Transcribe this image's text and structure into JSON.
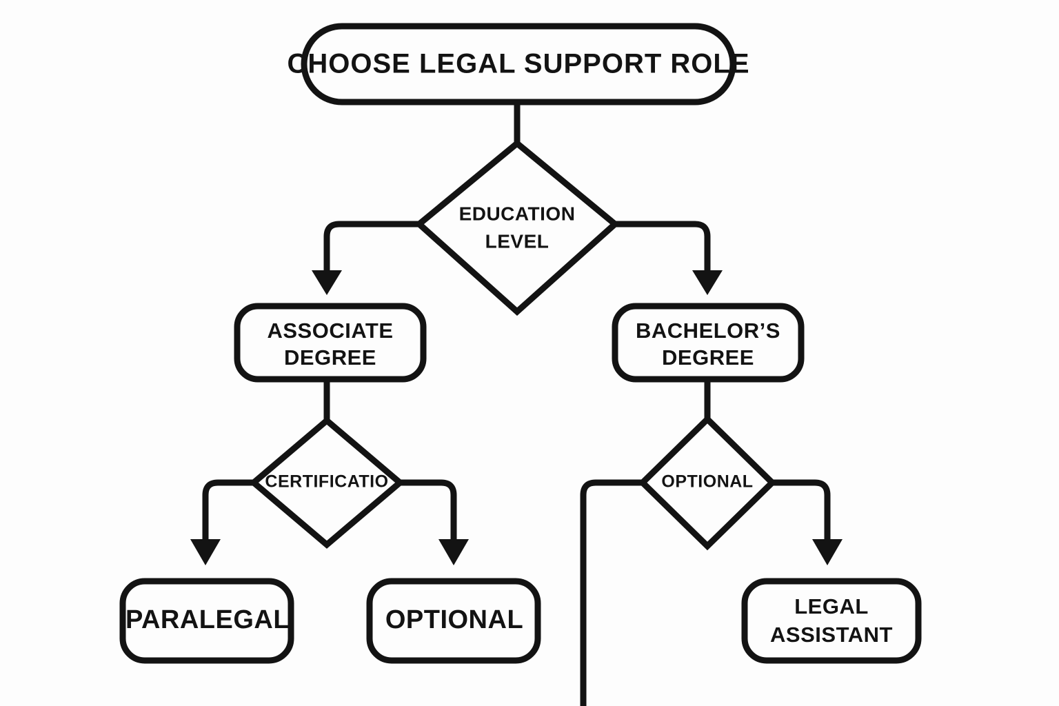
{
  "diagram": {
    "title": "Choose Legal Support Role Decision Flowchart",
    "background_color": "#fdfdfd",
    "line_color": "#131313",
    "fill_color": "#fdfdfd",
    "stroke_width": 9
  },
  "nodes": {
    "root": {
      "label": "CHOOSE LEGAL SUPPORT ROLE",
      "shape": "rounded-rectangle"
    },
    "decision_education": {
      "label_line1": "EDUCATION",
      "label_line2": "LEVEL",
      "shape": "diamond"
    },
    "associate": {
      "label_line1": "ASSOCIATE",
      "label_line2": "DEGREE",
      "shape": "rounded-rectangle"
    },
    "bachelors": {
      "label_line1": "BACHELOR’S",
      "label_line2": "DEGREE",
      "shape": "rounded-rectangle"
    },
    "decision_certification": {
      "label": "CERTIFICATIO",
      "shape": "diamond"
    },
    "decision_optional": {
      "label": "OPTIONAL",
      "shape": "diamond"
    },
    "paralegal": {
      "label": "PARALEGAL",
      "shape": "rounded-rectangle"
    },
    "optional_outcome": {
      "label": "OPTIONAL",
      "shape": "rounded-rectangle"
    },
    "legal_assistant": {
      "label_line1": "LEGAL",
      "label_line2": "ASSISTANT",
      "shape": "rounded-rectangle"
    }
  },
  "edges": [
    {
      "name": "root-to-education",
      "from": "root",
      "to": "decision_education",
      "arrow": false
    },
    {
      "name": "education-to-associate",
      "from": "decision_education",
      "to": "associate",
      "arrow": true
    },
    {
      "name": "education-to-bachelors",
      "from": "decision_education",
      "to": "bachelors",
      "arrow": true
    },
    {
      "name": "associate-to-certification",
      "from": "associate",
      "to": "decision_certification",
      "arrow": false
    },
    {
      "name": "bachelors-to-optional",
      "from": "bachelors",
      "to": "decision_optional",
      "arrow": false
    },
    {
      "name": "certification-to-paralegal",
      "from": "decision_certification",
      "to": "paralegal",
      "arrow": true
    },
    {
      "name": "certification-to-optional-outcome",
      "from": "decision_certification",
      "to": "optional_outcome",
      "arrow": true
    },
    {
      "name": "optional-to-legal-assistant",
      "from": "decision_optional",
      "to": "legal_assistant",
      "arrow": true
    },
    {
      "name": "optional-left-offscreen",
      "from": "decision_optional",
      "to": "",
      "arrow": false
    }
  ]
}
